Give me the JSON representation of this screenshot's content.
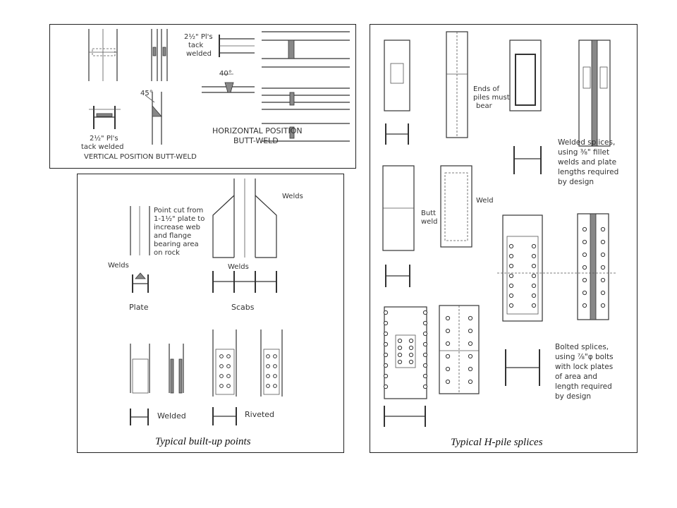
{
  "butt_weld_panel": {
    "label_plates_top": [
      "2½\" Pl's",
      "tack",
      "welded"
    ],
    "label_angle_40": "40°",
    "label_angle_45": "45°",
    "label_plates_bottom": [
      "2½\" Pl's",
      "tack welded"
    ],
    "title_vertical": "VERTICAL POSITION BUTT-WELD",
    "title_horizontal": [
      "HORIZONTAL POSITION",
      "BUTT-WELD"
    ]
  },
  "built_up_panel": {
    "note_point": [
      "Point cut from",
      "1-1½\" plate to",
      "increase web",
      "and flange",
      "bearing area",
      "on rock"
    ],
    "label_welds_left": "Welds",
    "label_welds_top": "Welds",
    "label_welds_scabs": "Welds",
    "label_plate": "Plate",
    "label_scabs": "Scabs",
    "label_welded": "Welded",
    "label_riveted": "Riveted",
    "caption": "Typical built-up points"
  },
  "splices_panel": {
    "label_ends": [
      "Ends of",
      "piles must",
      "bear"
    ],
    "label_butt_weld": [
      "Butt",
      "weld"
    ],
    "label_weld": "Weld",
    "note_welded": [
      "Welded splices,",
      "using ⅜\" fillet",
      "welds and plate",
      "lengths required",
      "by design"
    ],
    "note_bolted": [
      "Bolted splices,",
      "using ⅞\"φ bolts",
      "with lock plates",
      "of area and",
      "length required",
      "by design"
    ],
    "caption": "Typical H-pile splices"
  }
}
